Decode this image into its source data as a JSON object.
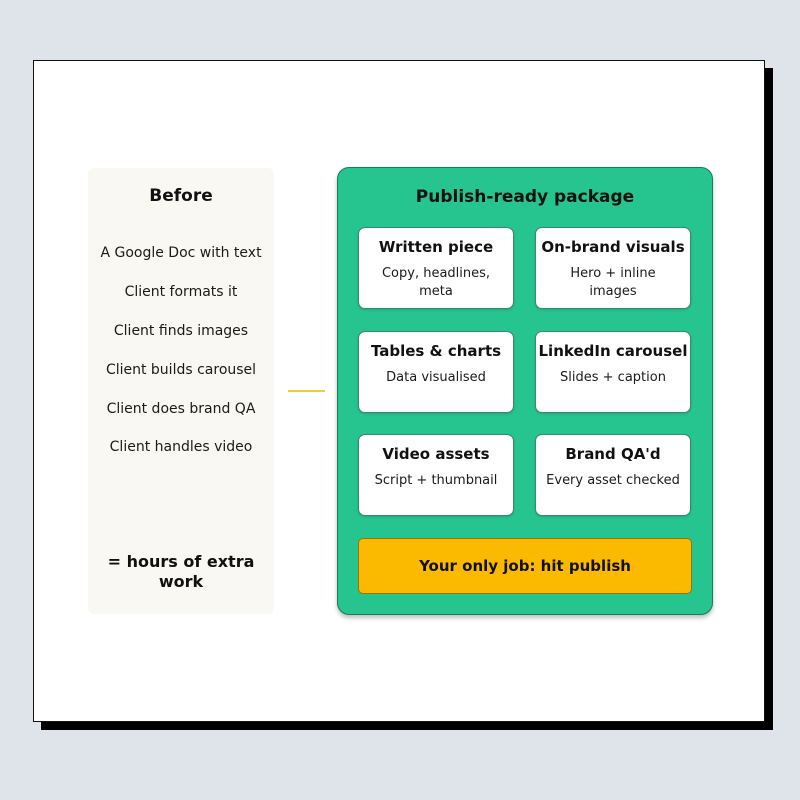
{
  "before": {
    "title": "Before",
    "items": [
      "A Google Doc with text",
      "Client formats it",
      "Client finds images",
      "Client builds carousel",
      "Client does brand QA",
      "Client handles video"
    ],
    "summary": "= hours of extra work"
  },
  "package": {
    "title": "Publish-ready package",
    "tiles": [
      {
        "title": "Written piece",
        "subtitle": "Copy, headlines, meta"
      },
      {
        "title": "On-brand visuals",
        "subtitle": "Hero + inline images"
      },
      {
        "title": "Tables & charts",
        "subtitle": "Data visualised"
      },
      {
        "title": "LinkedIn carousel",
        "subtitle": "Slides + caption"
      },
      {
        "title": "Video assets",
        "subtitle": "Script + thumbnail"
      },
      {
        "title": "Brand QA'd",
        "subtitle": "Every asset checked"
      }
    ],
    "cta": "Your only job: hit publish"
  },
  "colors": {
    "background": "#dfe3ea",
    "package_green": "#26c48f",
    "cta_yellow": "#fbb900",
    "connector": "#f5c842",
    "before_panel": "#faf8f2"
  }
}
